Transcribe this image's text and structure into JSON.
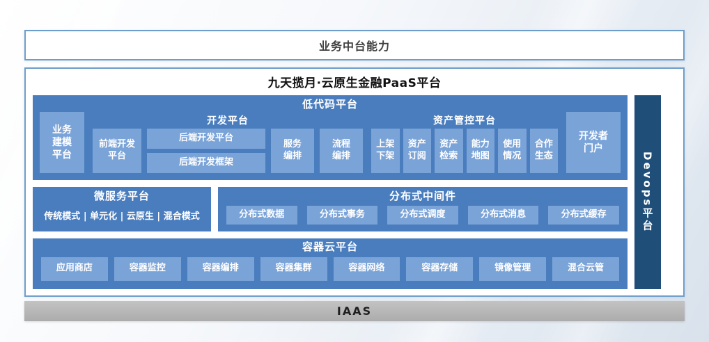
{
  "colors": {
    "section_blue": "#4a7dbe",
    "cell_blue": "#7aa3d8",
    "devops_navy": "#1f4e79",
    "border_blue": "#6d9ecb",
    "iaas_gray": "#b4b4b4"
  },
  "top_banner": {
    "title": "业务中台能力"
  },
  "platform": {
    "title": "九天揽月·云原生金融PaaS平台",
    "low_code": {
      "title": "低代码平台",
      "business_modeling": "业务建模平台",
      "dev_platform": {
        "title": "开发平台",
        "frontend": "前端开发平台",
        "backend_platform": "后端开发平台",
        "backend_framework": "后端开发框架",
        "service_orchestration": "服务编排",
        "process_orchestration": "流程编排"
      },
      "asset_platform": {
        "title": "资产管控平台",
        "items": [
          "上架下架",
          "资产订阅",
          "资产检索",
          "能力地图",
          "使用情况",
          "合作生态"
        ]
      },
      "developer_portal": "开发者门户"
    },
    "microservice": {
      "title": "微服务平台",
      "modes": "传统模式 | 单元化 | 云原生 | 混合模式"
    },
    "middleware": {
      "title": "分布式中间件",
      "items": [
        "分布式数据",
        "分布式事务",
        "分布式调度",
        "分布式消息",
        "分布式缓存"
      ]
    },
    "container": {
      "title": "容器云平台",
      "items": [
        "应用商店",
        "容器监控",
        "容器编排",
        "容器集群",
        "容器网络",
        "容器存储",
        "镜像管理",
        "混合云管"
      ]
    },
    "devops": {
      "title": "Devops平台"
    }
  },
  "iaas": {
    "title": "IAAS"
  }
}
